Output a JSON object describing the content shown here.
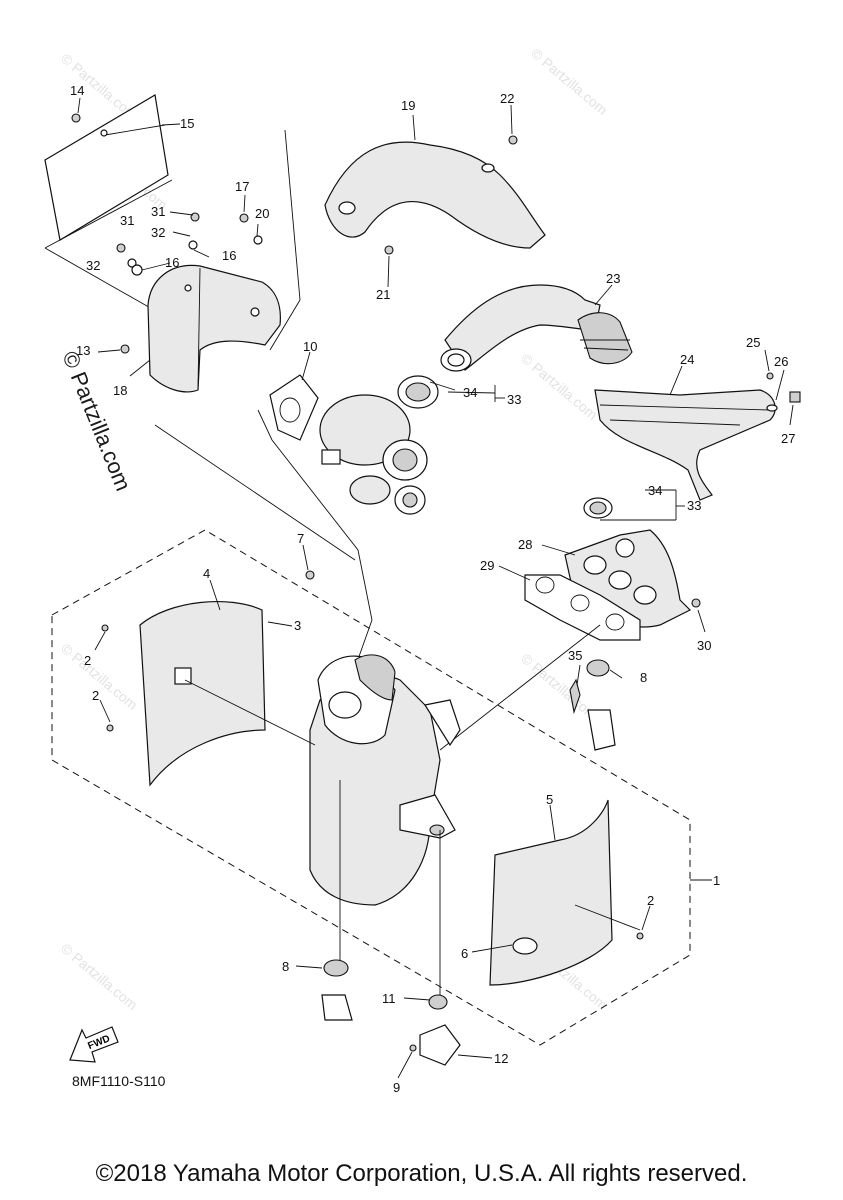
{
  "diagram": {
    "catalog_code": "8MF1110-S110",
    "fwd_label": "FWD",
    "watermark_text": "© Partzilla.com",
    "watermark_side": "© Partzilla.com",
    "copyright": "©2018 Yamaha Motor Corporation, U.S.A. All rights reserved.",
    "callouts": {
      "c1": "1",
      "c2a": "2",
      "c2b": "2",
      "c2c": "2",
      "c3": "3",
      "c4": "4",
      "c5": "5",
      "c6": "6",
      "c7": "7",
      "c8a": "8",
      "c8b": "8",
      "c9": "9",
      "c10": "10",
      "c11": "11",
      "c12": "12",
      "c13": "13",
      "c14": "14",
      "c15": "15",
      "c16a": "16",
      "c16b": "16",
      "c17": "17",
      "c18": "18",
      "c19": "19",
      "c20": "20",
      "c21": "21",
      "c22": "22",
      "c23": "23",
      "c24": "24",
      "c25": "25",
      "c26": "26",
      "c27": "27",
      "c28": "28",
      "c29": "29",
      "c30": "30",
      "c31a": "31",
      "c31b": "31",
      "c32a": "32",
      "c32b": "32",
      "c33a": "33",
      "c33b": "33",
      "c34a": "34",
      "c34b": "34",
      "c35": "35"
    },
    "colors": {
      "line": "#111111",
      "watermark": "#e2e2e2",
      "fill": "#ffffff"
    }
  }
}
